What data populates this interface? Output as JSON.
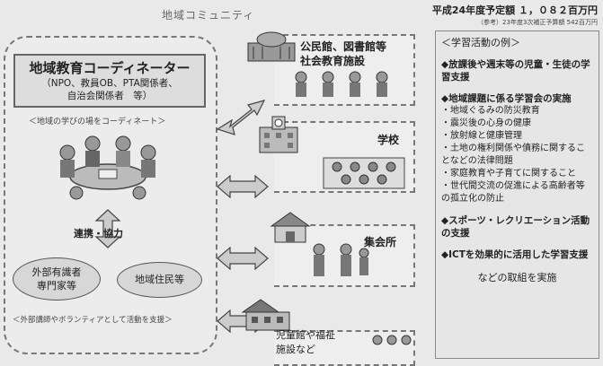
{
  "header": {
    "title": "地域コミュニティ",
    "budget_line": "平成24年度予定額 １，０８２百万円",
    "budget_ref": "（参考）23年度3次補正予算額 542百万円"
  },
  "coordinator": {
    "title": "地域教育コーディネーター",
    "members_line1": "（NPO、教員OB、PTA関係者、",
    "members_line2": "自治会関係者　等）",
    "caption": "＜地域の学びの場をコーディネート＞"
  },
  "collaboration_label": "連携・協力",
  "experts_line1": "外部有識者",
  "experts_line2": "専門家等",
  "residents_label": "地域住民等",
  "support_caption": "＜外部講師やボランティアとして活動を支援＞",
  "facilities": [
    {
      "line1": "公民館、図書館等",
      "line2": "社会教育施設"
    },
    {
      "line1": "学校",
      "line2": ""
    },
    {
      "line1": "集会所",
      "line2": ""
    },
    {
      "line1": "児童館や福祉",
      "line2": "施設など"
    }
  ],
  "examples": {
    "header": "＜学習活動の例＞",
    "groups": [
      {
        "title": "◆放課後や週末等の児童・生徒の学習支援",
        "items": []
      },
      {
        "title": "◆地域課題に係る学習会の実施",
        "items": [
          "・地域ぐるみの防災教育",
          "・震災後の心身の健康",
          "・放射線と健康管理",
          "・土地の権利関係や債務に関することなどの法律問題",
          "・家庭教育や子育てに関すること",
          "・世代間交流の促進による高齢者等の孤立化の防止"
        ]
      },
      {
        "title": "◆スポーツ・レクリエーション活動の支援",
        "items": []
      },
      {
        "title": "◆ICTを効果的に活用した学習支援",
        "items": []
      }
    ],
    "footer": "などの取組を実施"
  }
}
